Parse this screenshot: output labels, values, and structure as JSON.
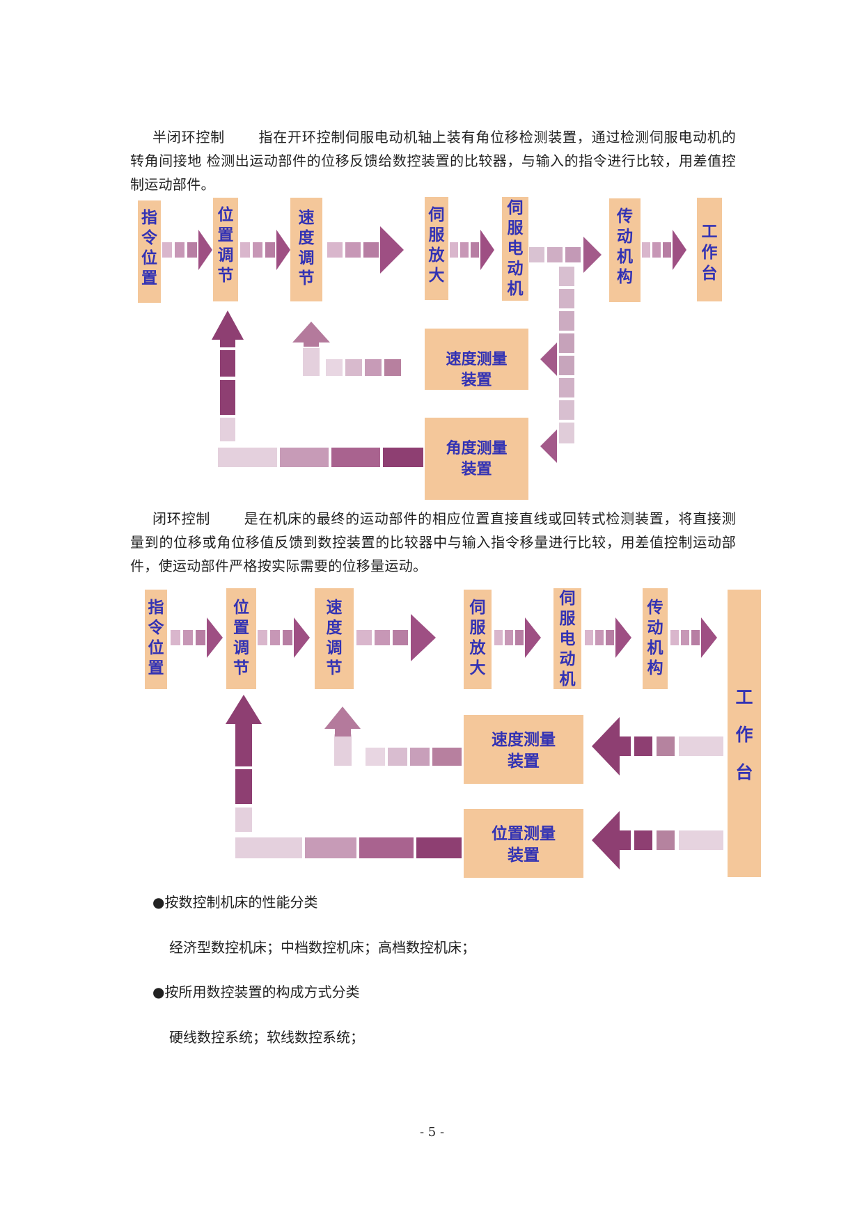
{
  "sections": {
    "semi_closed": {
      "title": "半闭环控制",
      "text": "指在开环控制伺服电动机轴上装有角位移检测装置，通过检测伺服电动机的转角间接地 检测出运动部件的位移反馈给数控装置的比较器，与输入的指令进行比较，用差值控制运动部件。"
    },
    "closed": {
      "title": "闭环控制",
      "text": "是在机床的最终的运动部件的相应位置直接直线或回转式检测装置，将直接测量到的位移或角位移值反馈到数控装置的比较器中与输入指令移量进行比较，用差值控制运动部件，使运动部件严格按实际需要的位移量运动。"
    }
  },
  "diagram1": {
    "boxes": {
      "command": [
        "指",
        "令",
        "位",
        "置"
      ],
      "pos_adjust": [
        "位",
        "置",
        "调",
        "节"
      ],
      "speed_adjust": [
        "速",
        "度",
        "调",
        "节"
      ],
      "servo_amp": [
        "伺",
        "服",
        "放",
        "大"
      ],
      "servo_motor": [
        "伺",
        "服",
        "电",
        "动",
        "机"
      ],
      "transmission": [
        "传",
        "动",
        "机",
        "构"
      ],
      "worktable": [
        "工",
        "作",
        "台"
      ],
      "speed_measure": [
        "速度测量",
        "装置"
      ],
      "angle_measure": [
        "角度测量",
        "装置"
      ]
    }
  },
  "diagram2": {
    "boxes": {
      "command": [
        "指",
        "令",
        "位",
        "置"
      ],
      "pos_adjust": [
        "位",
        "置",
        "调",
        "节"
      ],
      "speed_adjust": [
        "速",
        "度",
        "调",
        "节"
      ],
      "servo_amp": [
        "伺",
        "服",
        "放",
        "大"
      ],
      "servo_motor": [
        "伺",
        "服",
        "电",
        "动",
        "机"
      ],
      "transmission": [
        "传",
        "动",
        "机",
        "构"
      ],
      "worktable": [
        "工",
        "作",
        "台"
      ],
      "speed_measure": [
        "速度测量",
        "装置"
      ],
      "position_measure": [
        "位置测量",
        "装置"
      ]
    }
  },
  "bullets": [
    {
      "marker": "●",
      "heading": "按数控制机床的性能分类",
      "detail": "经济型数控机床；中档数控机床；高档数控机床；"
    },
    {
      "marker": "●",
      "heading": "按所用数控装置的构成方式分类",
      "detail": "硬线数控系统；软线数控系统；"
    }
  ],
  "page_number": "- 5 -",
  "colors": {
    "box_fill": "#f4c79a",
    "box_text": "#3232b4",
    "arrow_dark": "#8e3f72",
    "arrow_mid": "#b87aa5",
    "arrow_light": "#e3c8da"
  }
}
